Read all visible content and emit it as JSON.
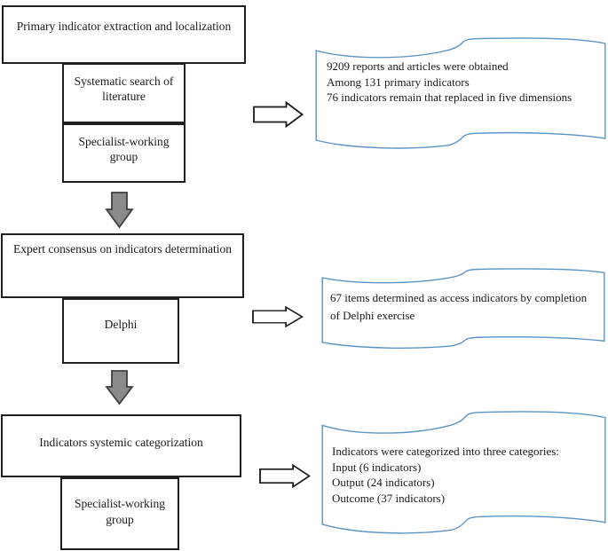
{
  "figure": {
    "type": "flowchart",
    "description": "Three-stage indicator development flowchart with stage boxes, method sub-boxes, and wavy note shapes"
  },
  "palette": {
    "background": "#ffffff",
    "box_outline": "#1f1f1f",
    "note_outline": "#5b93c5",
    "down_arrow_fill": "#8a8a8a",
    "down_arrow_outline": "#3f3f3f",
    "right_arrow_fill": "#ffffff",
    "right_arrow_outline": "#1a1a1a"
  },
  "sections": [
    {
      "title": "Primary indicator extraction and localization",
      "methods": [
        {
          "line1": "Systematic search of",
          "line2": "literature"
        },
        {
          "line1": "Specialist-working",
          "line2": "group"
        }
      ],
      "note": {
        "lines": [
          "9209 reports and articles were obtained",
          "Among 131 primary indicators",
          "76 indicators remain that replaced in five dimensions"
        ]
      }
    },
    {
      "title": "Expert consensus on indicators determination",
      "methods": [
        {
          "line1": "Delphi",
          "line2": ""
        }
      ],
      "note": {
        "lines": [
          "67 items determined as access indicators by completion",
          "of Delphi exercise"
        ]
      }
    },
    {
      "title": "Indicators systemic categorization",
      "methods": [
        {
          "line1": "Specialist-working",
          "line2": "group"
        }
      ],
      "note": {
        "lines": [
          "Indicators were categorized into three categories:",
          "Input (6 indicators)",
          "Output (24 indicators)",
          "Outcome (37 indicators)"
        ]
      }
    }
  ]
}
